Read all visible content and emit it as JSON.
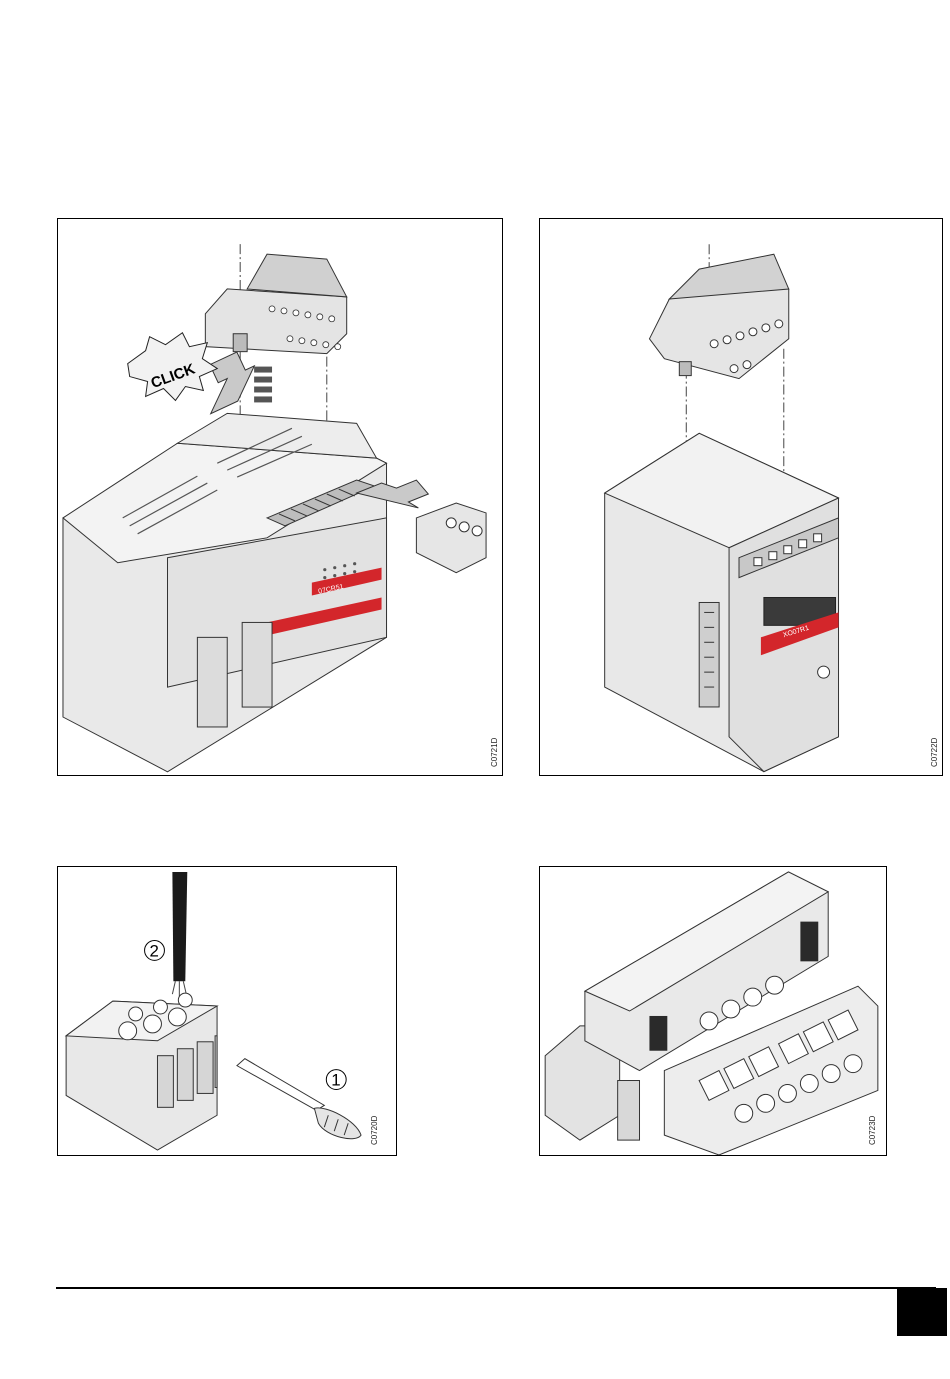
{
  "figures": [
    {
      "id": "top-left",
      "code": "C0721D",
      "badge": "CLICK",
      "device_tag": "07CR51"
    },
    {
      "id": "top-right",
      "code": "C0722D",
      "device_tag": "XO07R1"
    },
    {
      "id": "bottom-left",
      "code": "C0720D",
      "callouts": [
        "1",
        "2"
      ]
    },
    {
      "id": "bottom-right",
      "code": "C0723D"
    }
  ],
  "colors": {
    "brand_red": "#d3262b",
    "housing": "#e6e6e6",
    "shade": "#c8c8c8",
    "dark": "#7a7a7a"
  }
}
